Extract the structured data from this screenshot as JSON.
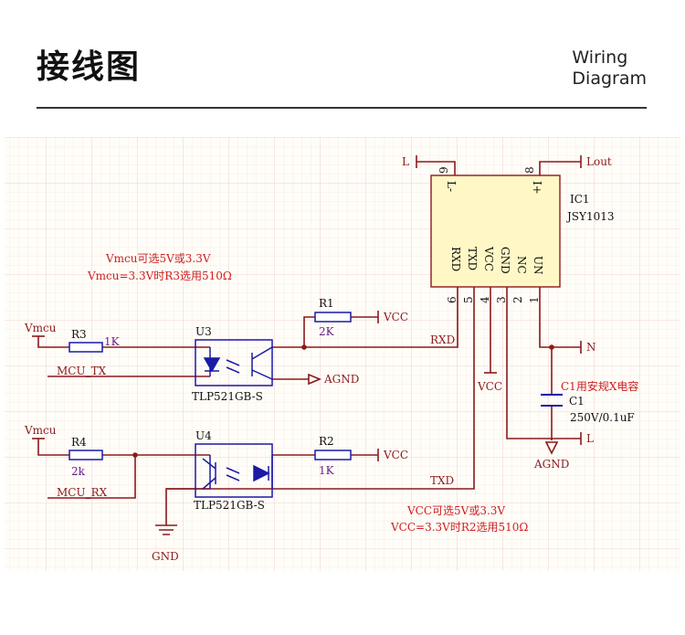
{
  "header": {
    "title": "接线图",
    "subtitle_line1": "Wiring",
    "subtitle_line2": "Diagram"
  },
  "colors": {
    "wire": "#8b1a1a",
    "component_blue": "#1a1aa6",
    "pin_text": "#111111",
    "note_red": "#cc1f1f",
    "label_purple": "#6a1f8a",
    "ic_fill": "#fff8c6",
    "grid": "#f0d6d6",
    "grid_bg": "#fffdf8"
  },
  "ic": {
    "ref": "IC1",
    "part": "JSY1013",
    "pin_labels_left": [
      "L-",
      "I+"
    ],
    "bottom_pin_labels": [
      "RXD",
      "TXD",
      "VCC",
      "GND",
      "NC",
      "UN"
    ],
    "bottom_pin_numbers": [
      "6",
      "5",
      "4",
      "3",
      "2",
      "1"
    ],
    "top_pin_numbers": [
      "9",
      "8"
    ]
  },
  "nets": {
    "L_top": "L",
    "Lout": "Lout",
    "N": "N",
    "L_bottom": "L",
    "VCC_ic": "VCC",
    "AGND_bottom": "AGND",
    "RXD": "RXD",
    "TXD": "TXD",
    "VCC_r1": "VCC",
    "VCC_r2": "VCC",
    "AGND_u3": "AGND",
    "GND": "GND",
    "Vmcu_top": "Vmcu",
    "Vmcu_bottom": "Vmcu",
    "MCU_TX": "MCU_TX",
    "MCU_RX": "MCU_RX"
  },
  "components": {
    "R1": {
      "ref": "R1",
      "value": "2K"
    },
    "R2": {
      "ref": "R2",
      "value": "1K"
    },
    "R3": {
      "ref": "R3",
      "value": "1K"
    },
    "R4": {
      "ref": "R4",
      "value": "2k"
    },
    "U3": {
      "ref": "U3",
      "part": "TLP521GB-S"
    },
    "U4": {
      "ref": "U4",
      "part": "TLP521GB-S"
    },
    "C1": {
      "ref": "C1",
      "value": "250V/0.1uF",
      "note": "C1用安规X电容"
    }
  },
  "notes": {
    "vmcu_line1": "Vmcu可选5V或3.3V",
    "vmcu_line2": "Vmcu=3.3V时R3选用510Ω",
    "vcc_line1": "VCC可选5V或3.3V",
    "vcc_line2": "VCC=3.3V时R2选用510Ω"
  }
}
